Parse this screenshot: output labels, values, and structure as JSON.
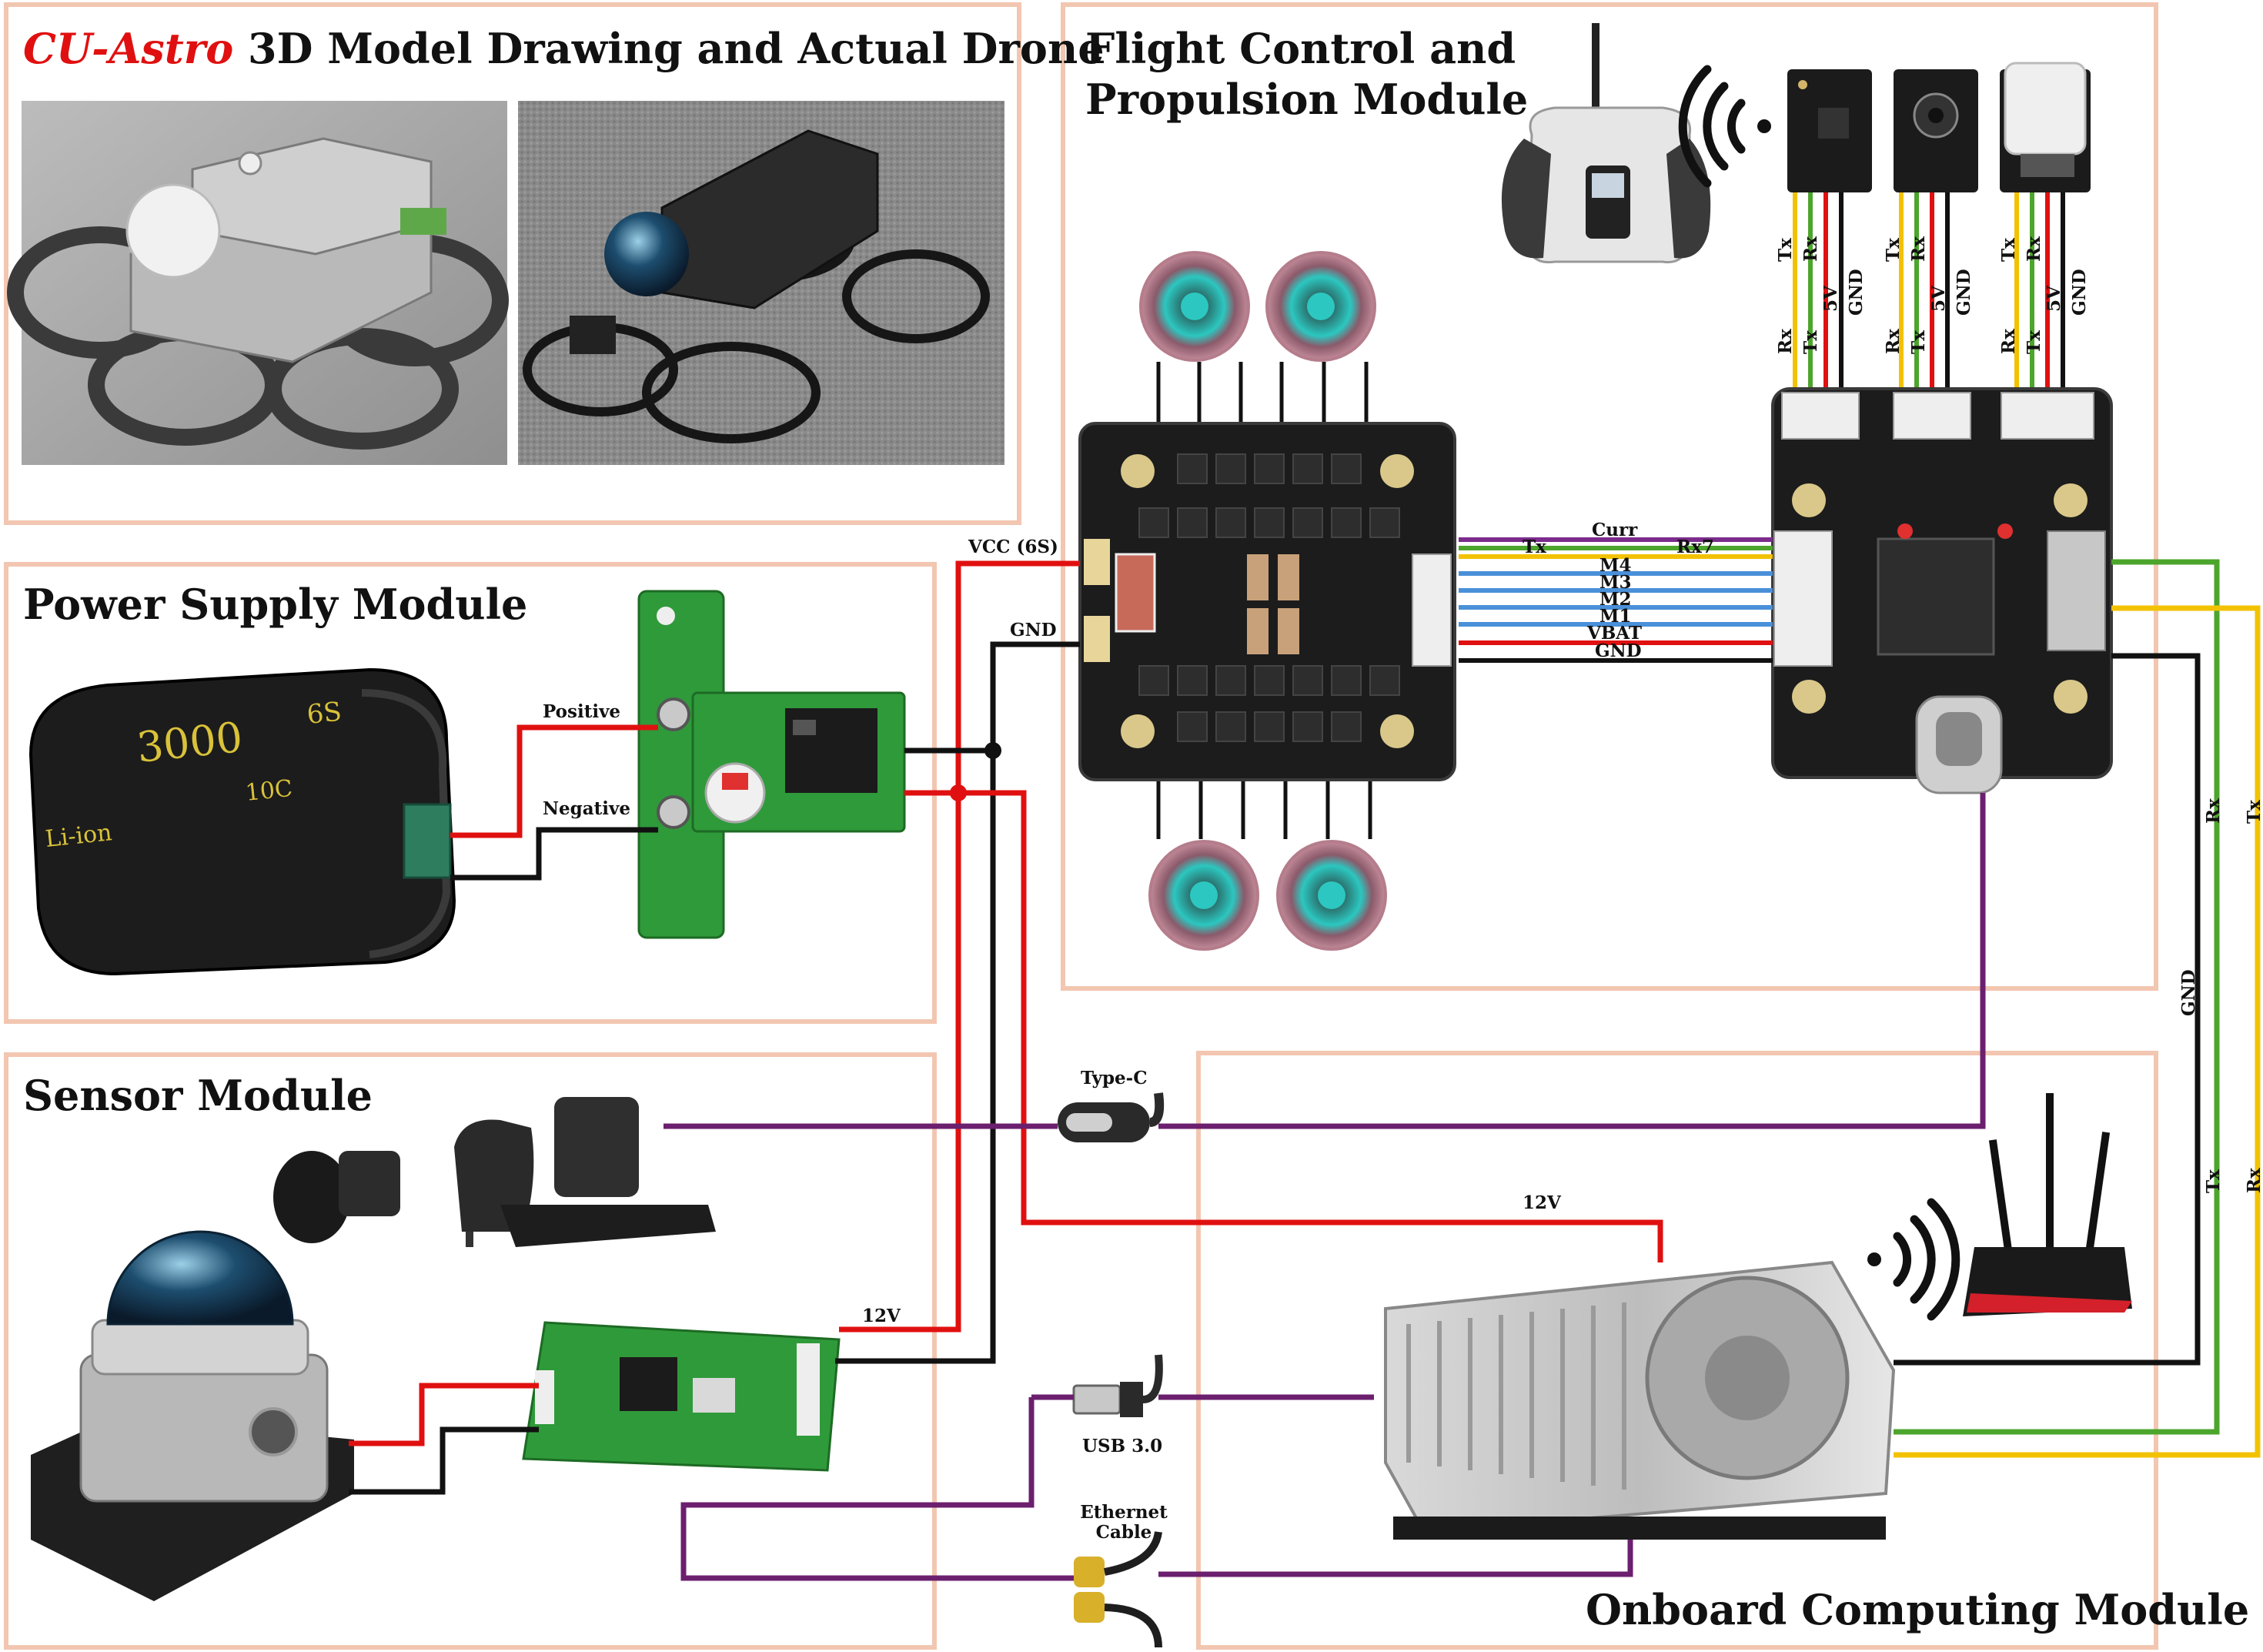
{
  "modules": {
    "drone": {
      "title_highlight": "CU-Astro",
      "title_rest": " 3D Model Drawing and Actual Drone"
    },
    "flight": {
      "title_line1": "Flight Control and",
      "title_line2": "Propulsion Module"
    },
    "power": {
      "title": "Power Supply Module"
    },
    "sensor": {
      "title": "Sensor Module"
    },
    "computing": {
      "title": "Onboard Computing Module"
    }
  },
  "wires": {
    "vcc": "VCC (6S)",
    "gnd": "GND",
    "positive": "Positive",
    "negative": "Negative",
    "v12_sensor": "12V",
    "v12_compute": "12V",
    "type_c": "Type-C",
    "usb": "USB 3.0",
    "ethernet_line1": "Ethernet",
    "ethernet_line2": "Cable"
  },
  "bus_labels": {
    "curr": "Curr",
    "tx": "Tx",
    "rx7": "Rx7",
    "m4": "M4",
    "m3": "M3",
    "m2": "M2",
    "m1": "M1",
    "vbat": "VBAT",
    "gnd": "GND"
  },
  "peripheral_pins": {
    "upper": [
      "Tx",
      "Rx",
      "5V",
      "GND"
    ],
    "lower": [
      "Rx",
      "Tx"
    ]
  },
  "side_labels": {
    "rx_upper": "Rx",
    "tx_upper": "Tx",
    "gnd": "GND",
    "tx_lower": "Tx",
    "rx_lower": "Rx"
  },
  "battery_text": {
    "line1": "6S",
    "line2": "3000",
    "line3": "10C",
    "line4": "Li-ion"
  },
  "colors": {
    "frame": "#f2c6b0",
    "power_wire": "#e01010",
    "ground_wire": "#111111",
    "data_wire": "#6b1f6e",
    "uart_tx": "#4ca52c",
    "uart_rx": "#f2c200",
    "motor_wire": "#4a90d9",
    "curr_wire": "#7b2c8c"
  }
}
